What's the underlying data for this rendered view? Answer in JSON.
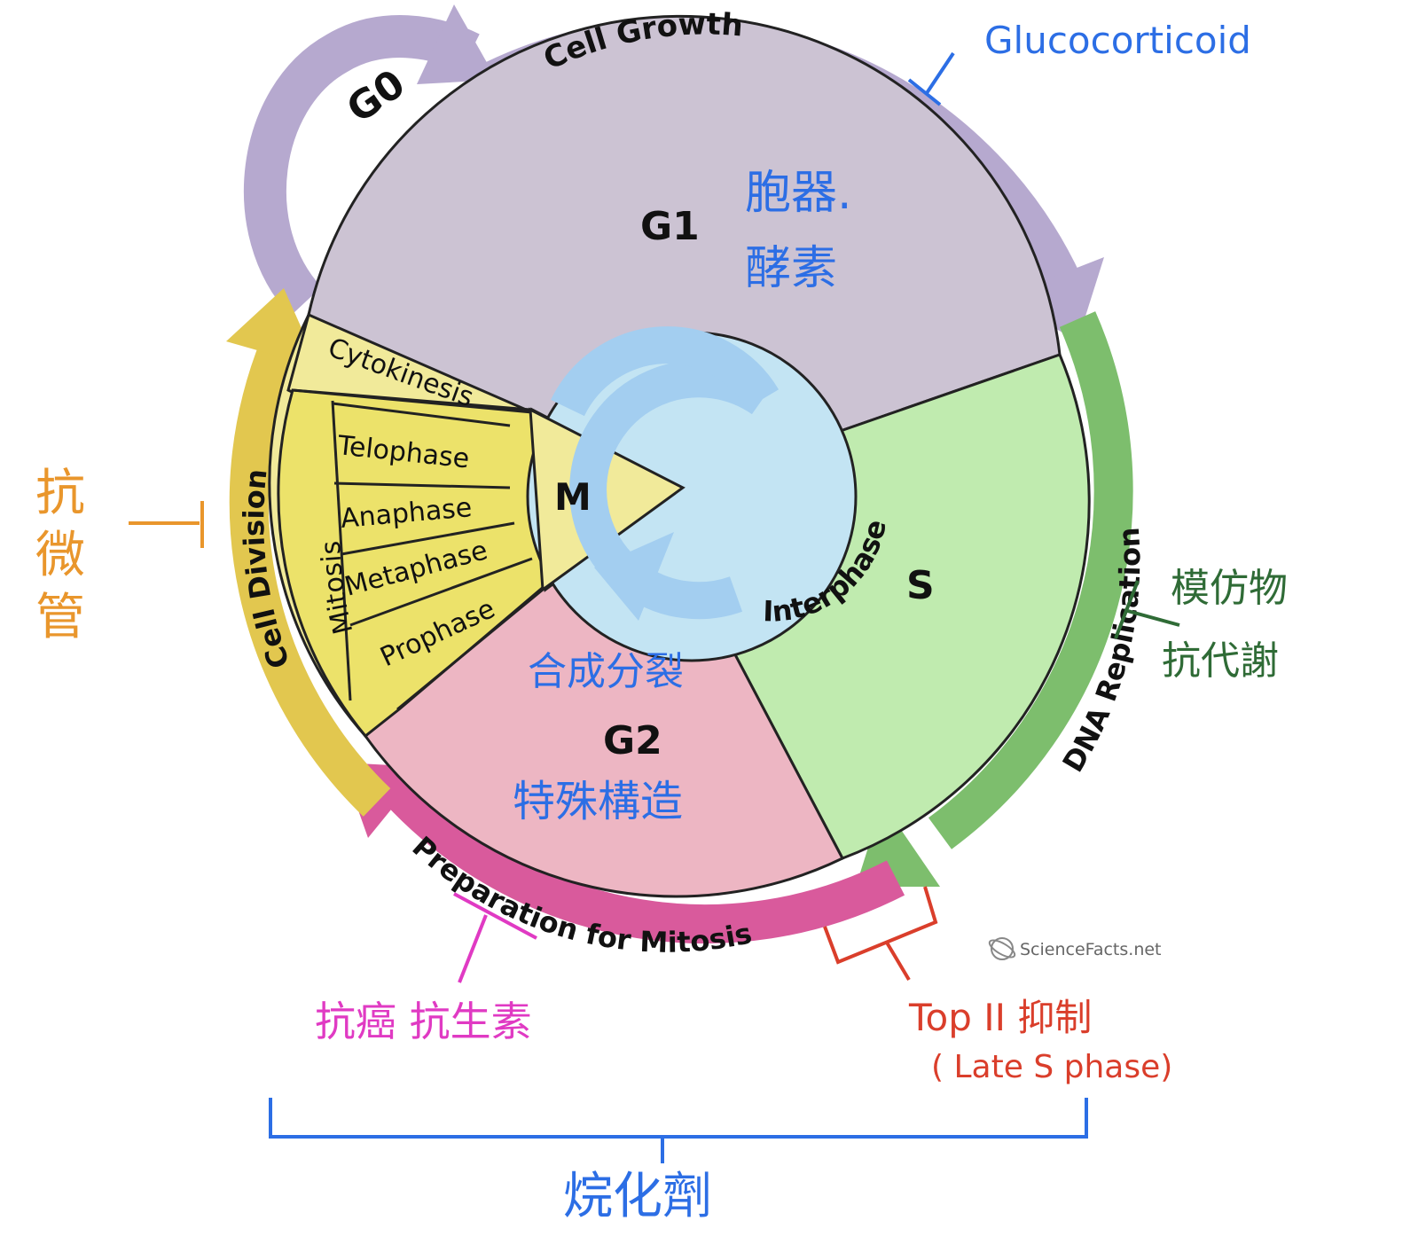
{
  "phases": {
    "g0": "G0",
    "g1": "G1",
    "s": "S",
    "g2": "G2",
    "m": "M",
    "interphase": "Interphase"
  },
  "arcs": {
    "cell_growth": "Cell Growth",
    "dna_replication": "DNA Replication",
    "preparation_for_mitosis": "Preparation for Mitosis",
    "cell_division": "Cell Division"
  },
  "mitosis": {
    "label": "Mitosis",
    "cytokinesis": "Cytokinesis",
    "stages": [
      "Telophase",
      "Anaphase",
      "Metaphase",
      "Prophase"
    ]
  },
  "annotations": {
    "glucocorticoid": "Glucocorticoid",
    "g1_note_line1": "胞器.",
    "g1_note_line2": "酵素",
    "g2_note_top": "合成分裂",
    "g2_note_bottom": "特殊構造",
    "antimicrotubule": [
      "抗",
      "微",
      "管"
    ],
    "antimetabolite_line1": "模仿物",
    "antimetabolite_line2": "抗代謝",
    "anticancer_antibiotic": "抗癌 抗生素",
    "top2_line1": "Top II 抑制",
    "top2_line2": "( Late S phase)",
    "alkylating": "烷化劑"
  },
  "watermark": "ScienceFacts.net",
  "colors": {
    "g1": "#ccc3d3",
    "s": "#c0ebaf",
    "g2": "#edb6c3",
    "m": "#f1ea9a",
    "interphase_ring": "#c3e4f3",
    "purple_arrow": "#b6a9cf",
    "green_arrow": "#7dbe6d",
    "magenta_arrow": "#d95a9c",
    "yellow_arrow": "#e2c74f",
    "note_blue": "#2c6ee5",
    "note_orange": "#e9962c",
    "note_green": "#2f6b36",
    "note_magenta": "#e03ac3",
    "note_red": "#da3e2b"
  }
}
